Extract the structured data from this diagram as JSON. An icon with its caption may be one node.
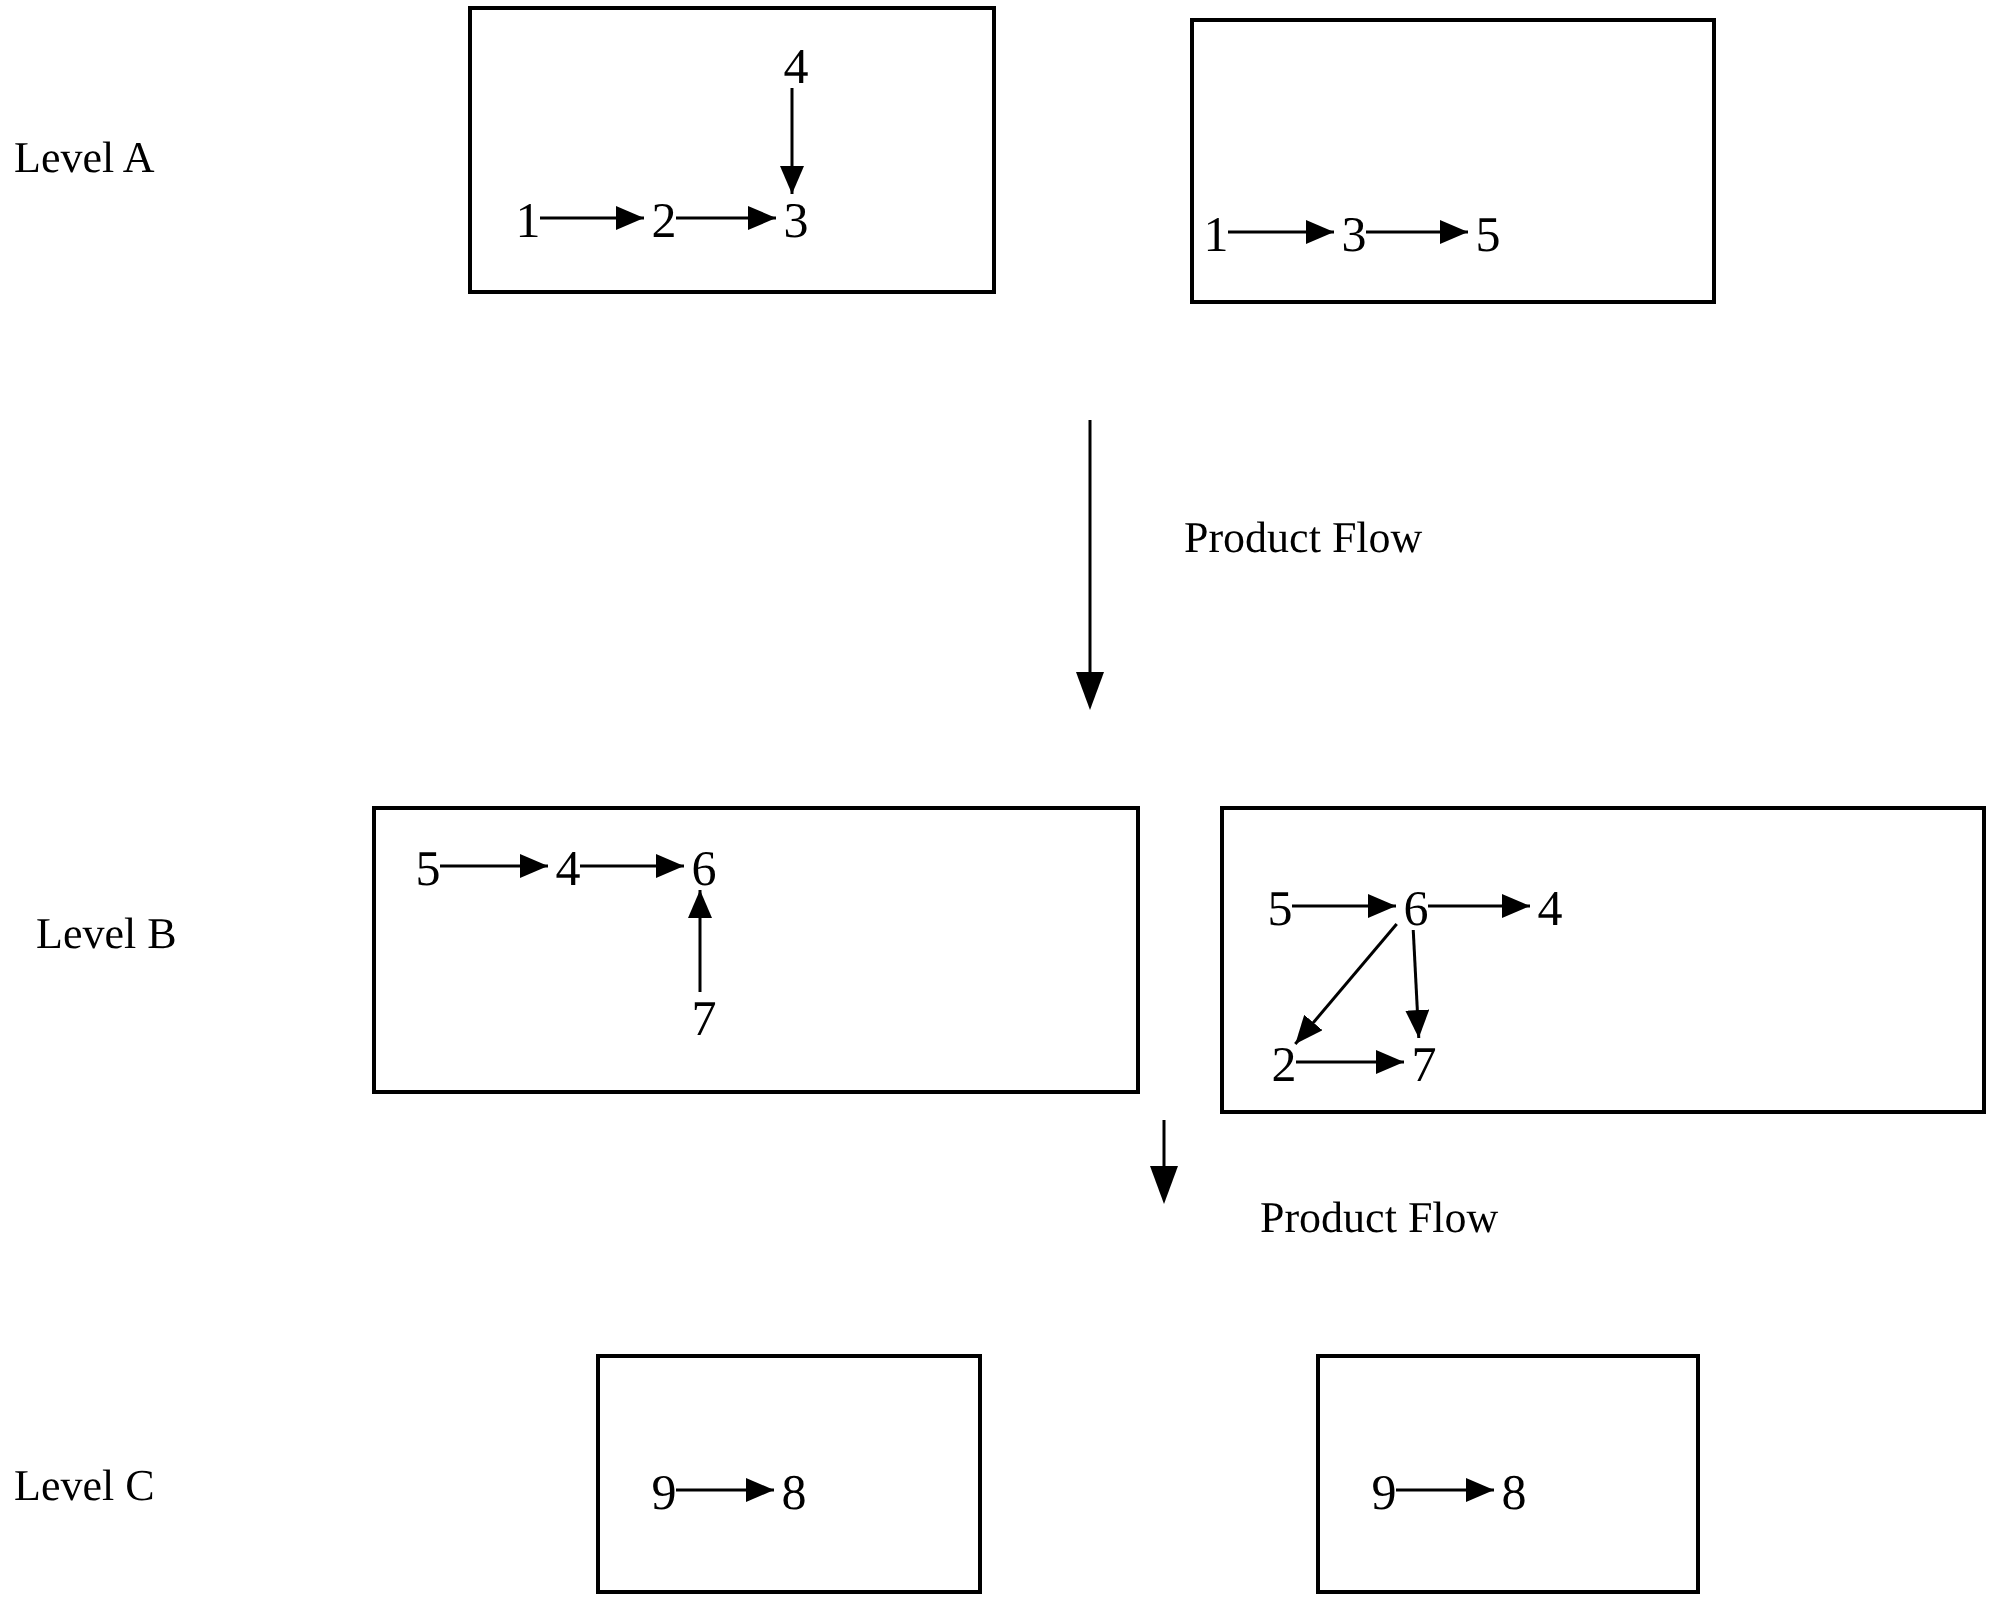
{
  "diagram": {
    "nodes": [
      {
        "text": [],
        "shape": "box"
      },
      {
        "text": [
          "4"
        ],
        "in": 0
      },
      {
        "text": [
          "1"
        ],
        "in": 0
      },
      {
        "text": [
          "2"
        ],
        "in": 0
      },
      {
        "text": [
          "3"
        ],
        "in": 0
      },
      {
        "text": [],
        "shape": "box"
      },
      {
        "text": [
          "1"
        ],
        "in": 5
      },
      {
        "text": [
          "3"
        ],
        "in": 5
      },
      {
        "text": [
          "5"
        ],
        "in": 5
      },
      {
        "text": [],
        "shape": "box"
      },
      {
        "text": [
          "5"
        ],
        "in": 9
      },
      {
        "text": [
          "4"
        ],
        "in": 9
      },
      {
        "text": [
          "6"
        ],
        "in": 9
      },
      {
        "text": [
          "7"
        ],
        "in": 9
      },
      {
        "text": [],
        "shape": "box"
      },
      {
        "text": [
          "5"
        ],
        "in": 14
      },
      {
        "text": [
          "6"
        ],
        "in": 14
      },
      {
        "text": [
          "4"
        ],
        "in": 14
      },
      {
        "text": [
          "2"
        ],
        "in": 14
      },
      {
        "text": [
          "7"
        ],
        "in": 14
      },
      {
        "text": [],
        "shape": "box"
      },
      {
        "text": [
          "9"
        ],
        "in": 20
      },
      {
        "text": [
          "8"
        ],
        "in": 20
      },
      {
        "text": [],
        "shape": "box"
      },
      {
        "text": [
          "9"
        ],
        "in": 23
      },
      {
        "text": [
          "8"
        ],
        "in": 23
      }
    ],
    "edges": [
      {
        "from": 2,
        "to": 3,
        "arrow": "to"
      },
      {
        "from": 3,
        "to": 4,
        "arrow": "to"
      },
      {
        "from": 1,
        "to": 4,
        "arrow": "to"
      },
      {
        "from": 6,
        "to": 7,
        "arrow": "to"
      },
      {
        "from": 7,
        "to": 8,
        "arrow": "to"
      },
      {
        "from": 10,
        "to": 11,
        "arrow": "to"
      },
      {
        "from": 11,
        "to": 12,
        "arrow": "to"
      },
      {
        "from": 13,
        "to": 12,
        "arrow": "to"
      },
      {
        "from": 15,
        "to": 16,
        "arrow": "to"
      },
      {
        "from": 16,
        "to": 17,
        "arrow": "to"
      },
      {
        "from": 16,
        "to": 18,
        "arrow": "to"
      },
      {
        "from": 16,
        "to": 19,
        "arrow": "to"
      },
      {
        "from": 18,
        "to": 19,
        "arrow": "to"
      },
      {
        "from": 21,
        "to": 22,
        "arrow": "to"
      },
      {
        "from": 24,
        "to": 25,
        "arrow": "to"
      }
    ],
    "labels": [
      "Level A",
      "Product Flow",
      "Level B",
      "Product Flow",
      "Level C"
    ]
  }
}
